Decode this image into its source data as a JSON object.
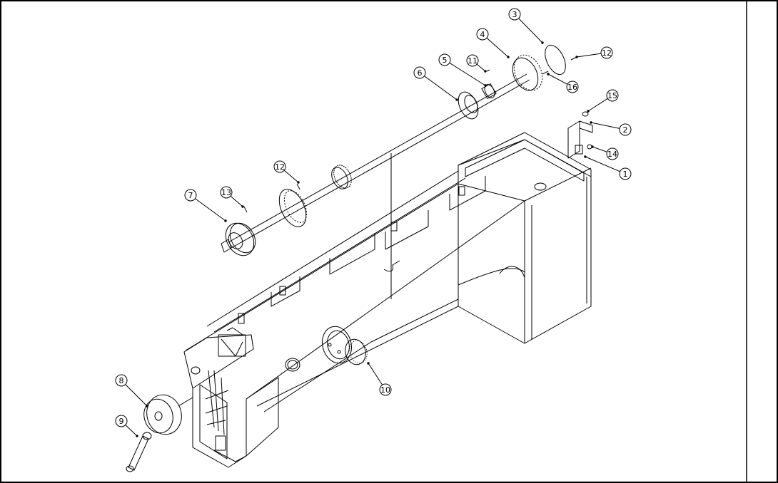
{
  "colors": {
    "line": "#000000",
    "background": "#ffffff"
  },
  "callouts": [
    {
      "label": "1"
    },
    {
      "label": "2"
    },
    {
      "label": "3"
    },
    {
      "label": "4"
    },
    {
      "label": "5"
    },
    {
      "label": "6"
    },
    {
      "label": "7"
    },
    {
      "label": "8"
    },
    {
      "label": "9"
    },
    {
      "label": "10"
    },
    {
      "label": "11"
    },
    {
      "label": "12"
    },
    {
      "label": "12"
    },
    {
      "label": "13"
    },
    {
      "label": "14"
    },
    {
      "label": "15"
    },
    {
      "label": "16"
    }
  ]
}
